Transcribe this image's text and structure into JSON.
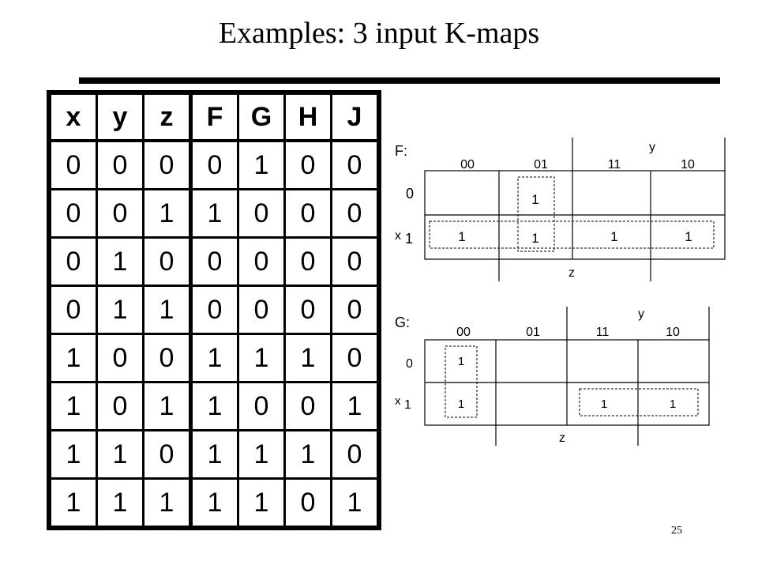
{
  "title": "Examples: 3 input K-maps",
  "page_number": "25",
  "truth_table": {
    "headers": [
      "x",
      "y",
      "z",
      "F",
      "G",
      "H",
      "J"
    ],
    "rows": [
      [
        "0",
        "0",
        "0",
        "0",
        "1",
        "0",
        "0"
      ],
      [
        "0",
        "0",
        "1",
        "1",
        "0",
        "0",
        "0"
      ],
      [
        "0",
        "1",
        "0",
        "0",
        "0",
        "0",
        "0"
      ],
      [
        "0",
        "1",
        "1",
        "0",
        "0",
        "0",
        "0"
      ],
      [
        "1",
        "0",
        "0",
        "1",
        "1",
        "1",
        "0"
      ],
      [
        "1",
        "0",
        "1",
        "1",
        "0",
        "0",
        "1"
      ],
      [
        "1",
        "1",
        "0",
        "1",
        "1",
        "1",
        "0"
      ],
      [
        "1",
        "1",
        "1",
        "1",
        "1",
        "0",
        "1"
      ]
    ]
  },
  "kmaps": [
    {
      "name": "F:",
      "col_labels": [
        "00",
        "01",
        "11",
        "10"
      ],
      "row_labels": [
        "0",
        "1"
      ],
      "row_var": "x",
      "top_var": "y",
      "bottom_var": "z",
      "cells": [
        [
          "",
          "1",
          "",
          ""
        ],
        [
          "1",
          "1",
          "1",
          "1"
        ]
      ]
    },
    {
      "name": "G:",
      "col_labels": [
        "00",
        "01",
        "11",
        "10"
      ],
      "row_labels": [
        "0",
        "1"
      ],
      "row_var": "x",
      "top_var": "y",
      "bottom_var": "z",
      "cells": [
        [
          "1",
          "",
          "",
          ""
        ],
        [
          "1",
          "",
          "1",
          "1"
        ]
      ]
    }
  ]
}
